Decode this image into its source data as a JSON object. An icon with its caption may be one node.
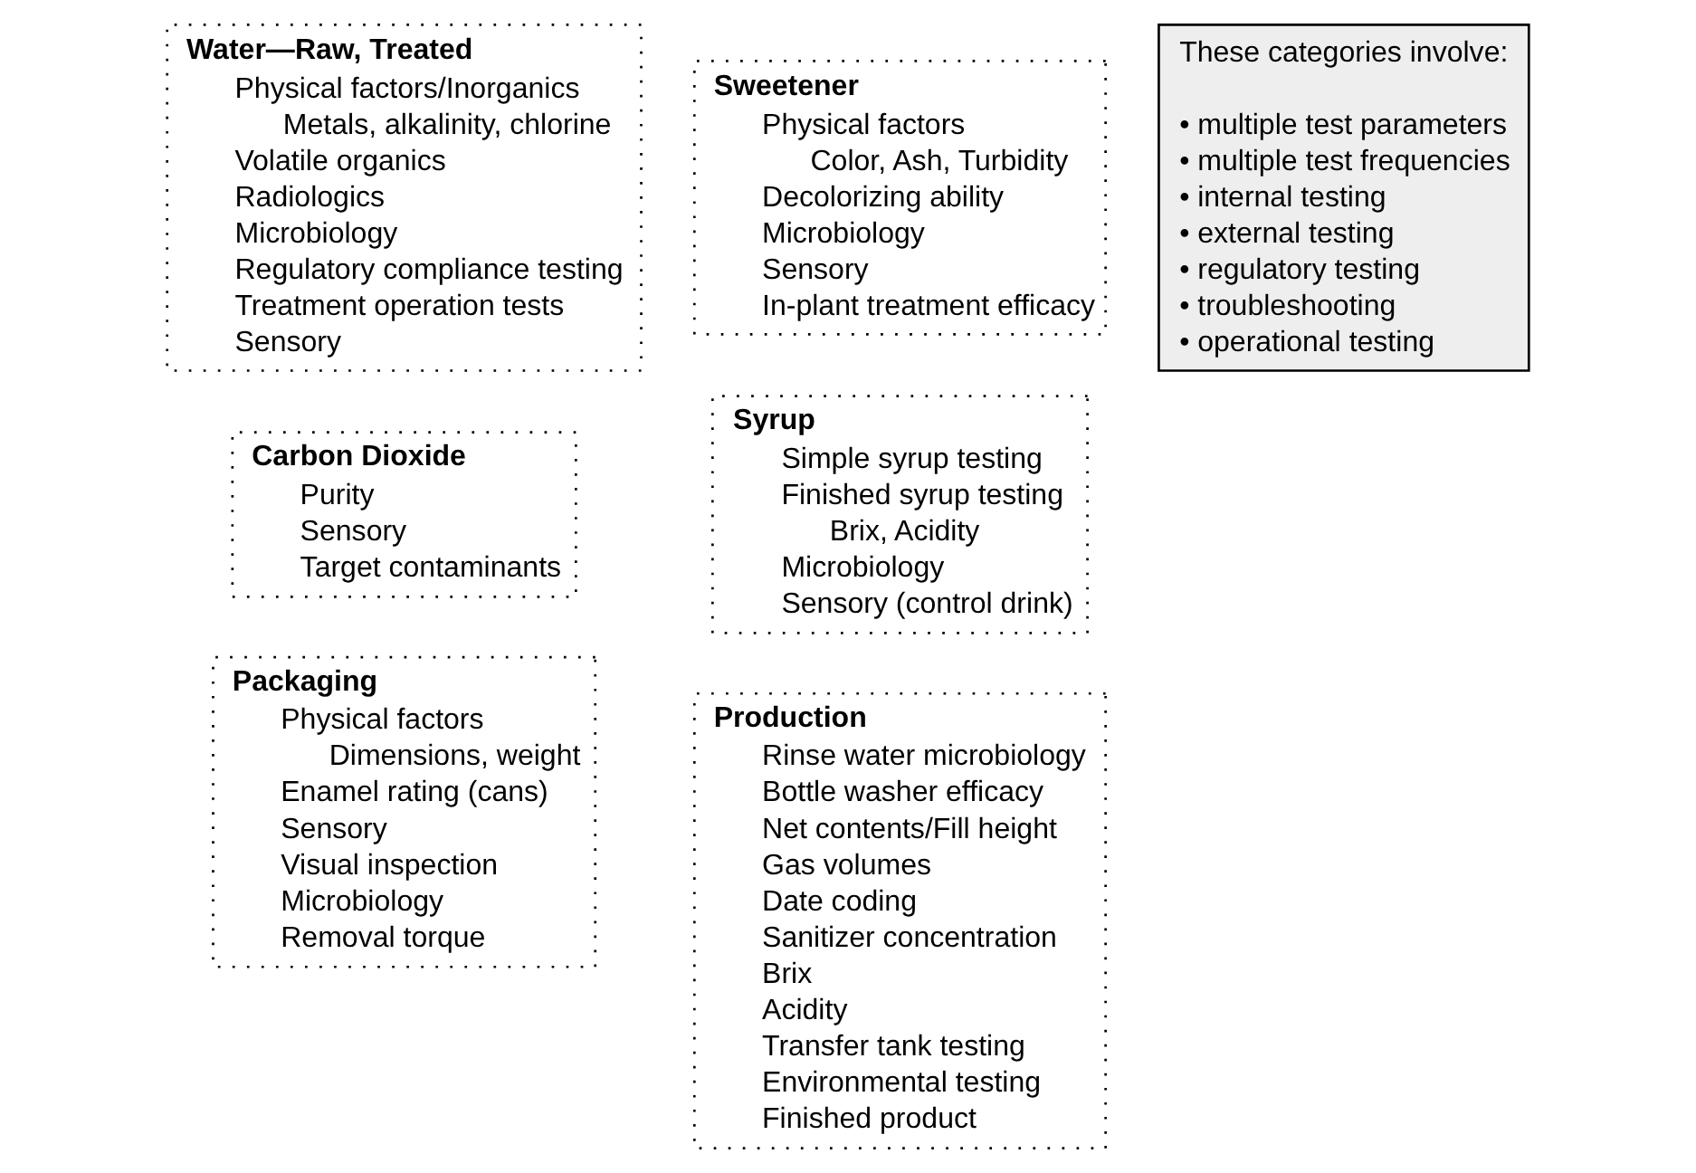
{
  "diagram": {
    "nodes": [
      {
        "text": [
          "Water—Raw, Treated",
          "Physical factors/Inorganics",
          "Metals, alkalinity, chlorine",
          "Volatile organics",
          "Radiologics",
          "Microbiology",
          "Regulatory compliance testing",
          "Treatment operation tests",
          "Sensory"
        ]
      },
      {
        "text": [
          "Carbon Dioxide",
          "Purity",
          "Sensory",
          "Target contaminants"
        ]
      },
      {
        "text": [
          "Packaging",
          "Physical factors",
          "Dimensions, weight",
          "Enamel rating (cans)",
          "Sensory",
          "Visual inspection",
          "Microbiology",
          "Removal torque"
        ]
      },
      {
        "text": [
          "Sweetener",
          "Physical factors",
          "Color, Ash, Turbidity",
          "Decolorizing ability",
          "Microbiology",
          "Sensory",
          "In-plant treatment efficacy"
        ]
      },
      {
        "text": [
          "Syrup",
          "Simple syrup testing",
          "Finished syrup testing",
          "Brix, Acidity",
          "Microbiology",
          "Sensory (control drink)"
        ]
      },
      {
        "text": [
          "Production",
          "Rinse water microbiology",
          "Bottle washer efficacy",
          "Net contents/Fill height",
          "Gas volumes",
          "Date coding",
          "Sanitizer concentration",
          "Brix",
          "Acidity",
          "Transfer tank testing",
          "Environmental testing",
          "Finished product"
        ]
      },
      {
        "text": [
          "These categories involve:",
          "• multiple test parameters",
          "• multiple test frequencies",
          "• internal testing",
          "• external testing",
          "• regulatory testing",
          "• troubleshooting",
          "• operational testing"
        ]
      }
    ],
    "edges": []
  }
}
